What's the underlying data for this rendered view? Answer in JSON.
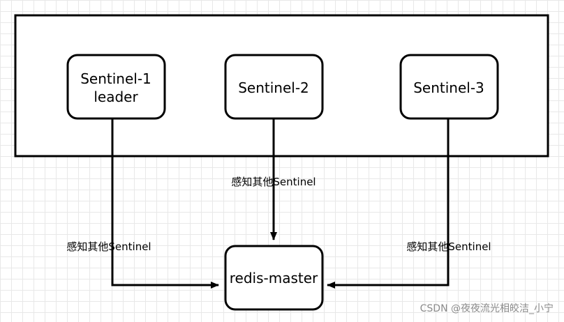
{
  "nodes": [
    {
      "id": "sentinel-1",
      "lines": [
        "Sentinel-1",
        "leader"
      ]
    },
    {
      "id": "sentinel-2",
      "lines": [
        "Sentinel-2"
      ]
    },
    {
      "id": "sentinel-3",
      "lines": [
        "Sentinel-3"
      ]
    },
    {
      "id": "redis-master",
      "lines": [
        "redis-master"
      ]
    }
  ],
  "edges": [
    {
      "from": "sentinel-1",
      "to": "redis-master",
      "label": "感知其他Sentinel"
    },
    {
      "from": "sentinel-2",
      "to": "redis-master",
      "label": "感知其他Sentinel"
    },
    {
      "from": "sentinel-3",
      "to": "redis-master",
      "label": "感知其他Sentinel"
    }
  ],
  "watermark": "CSDN @夜夜流光相皎洁_小宁"
}
